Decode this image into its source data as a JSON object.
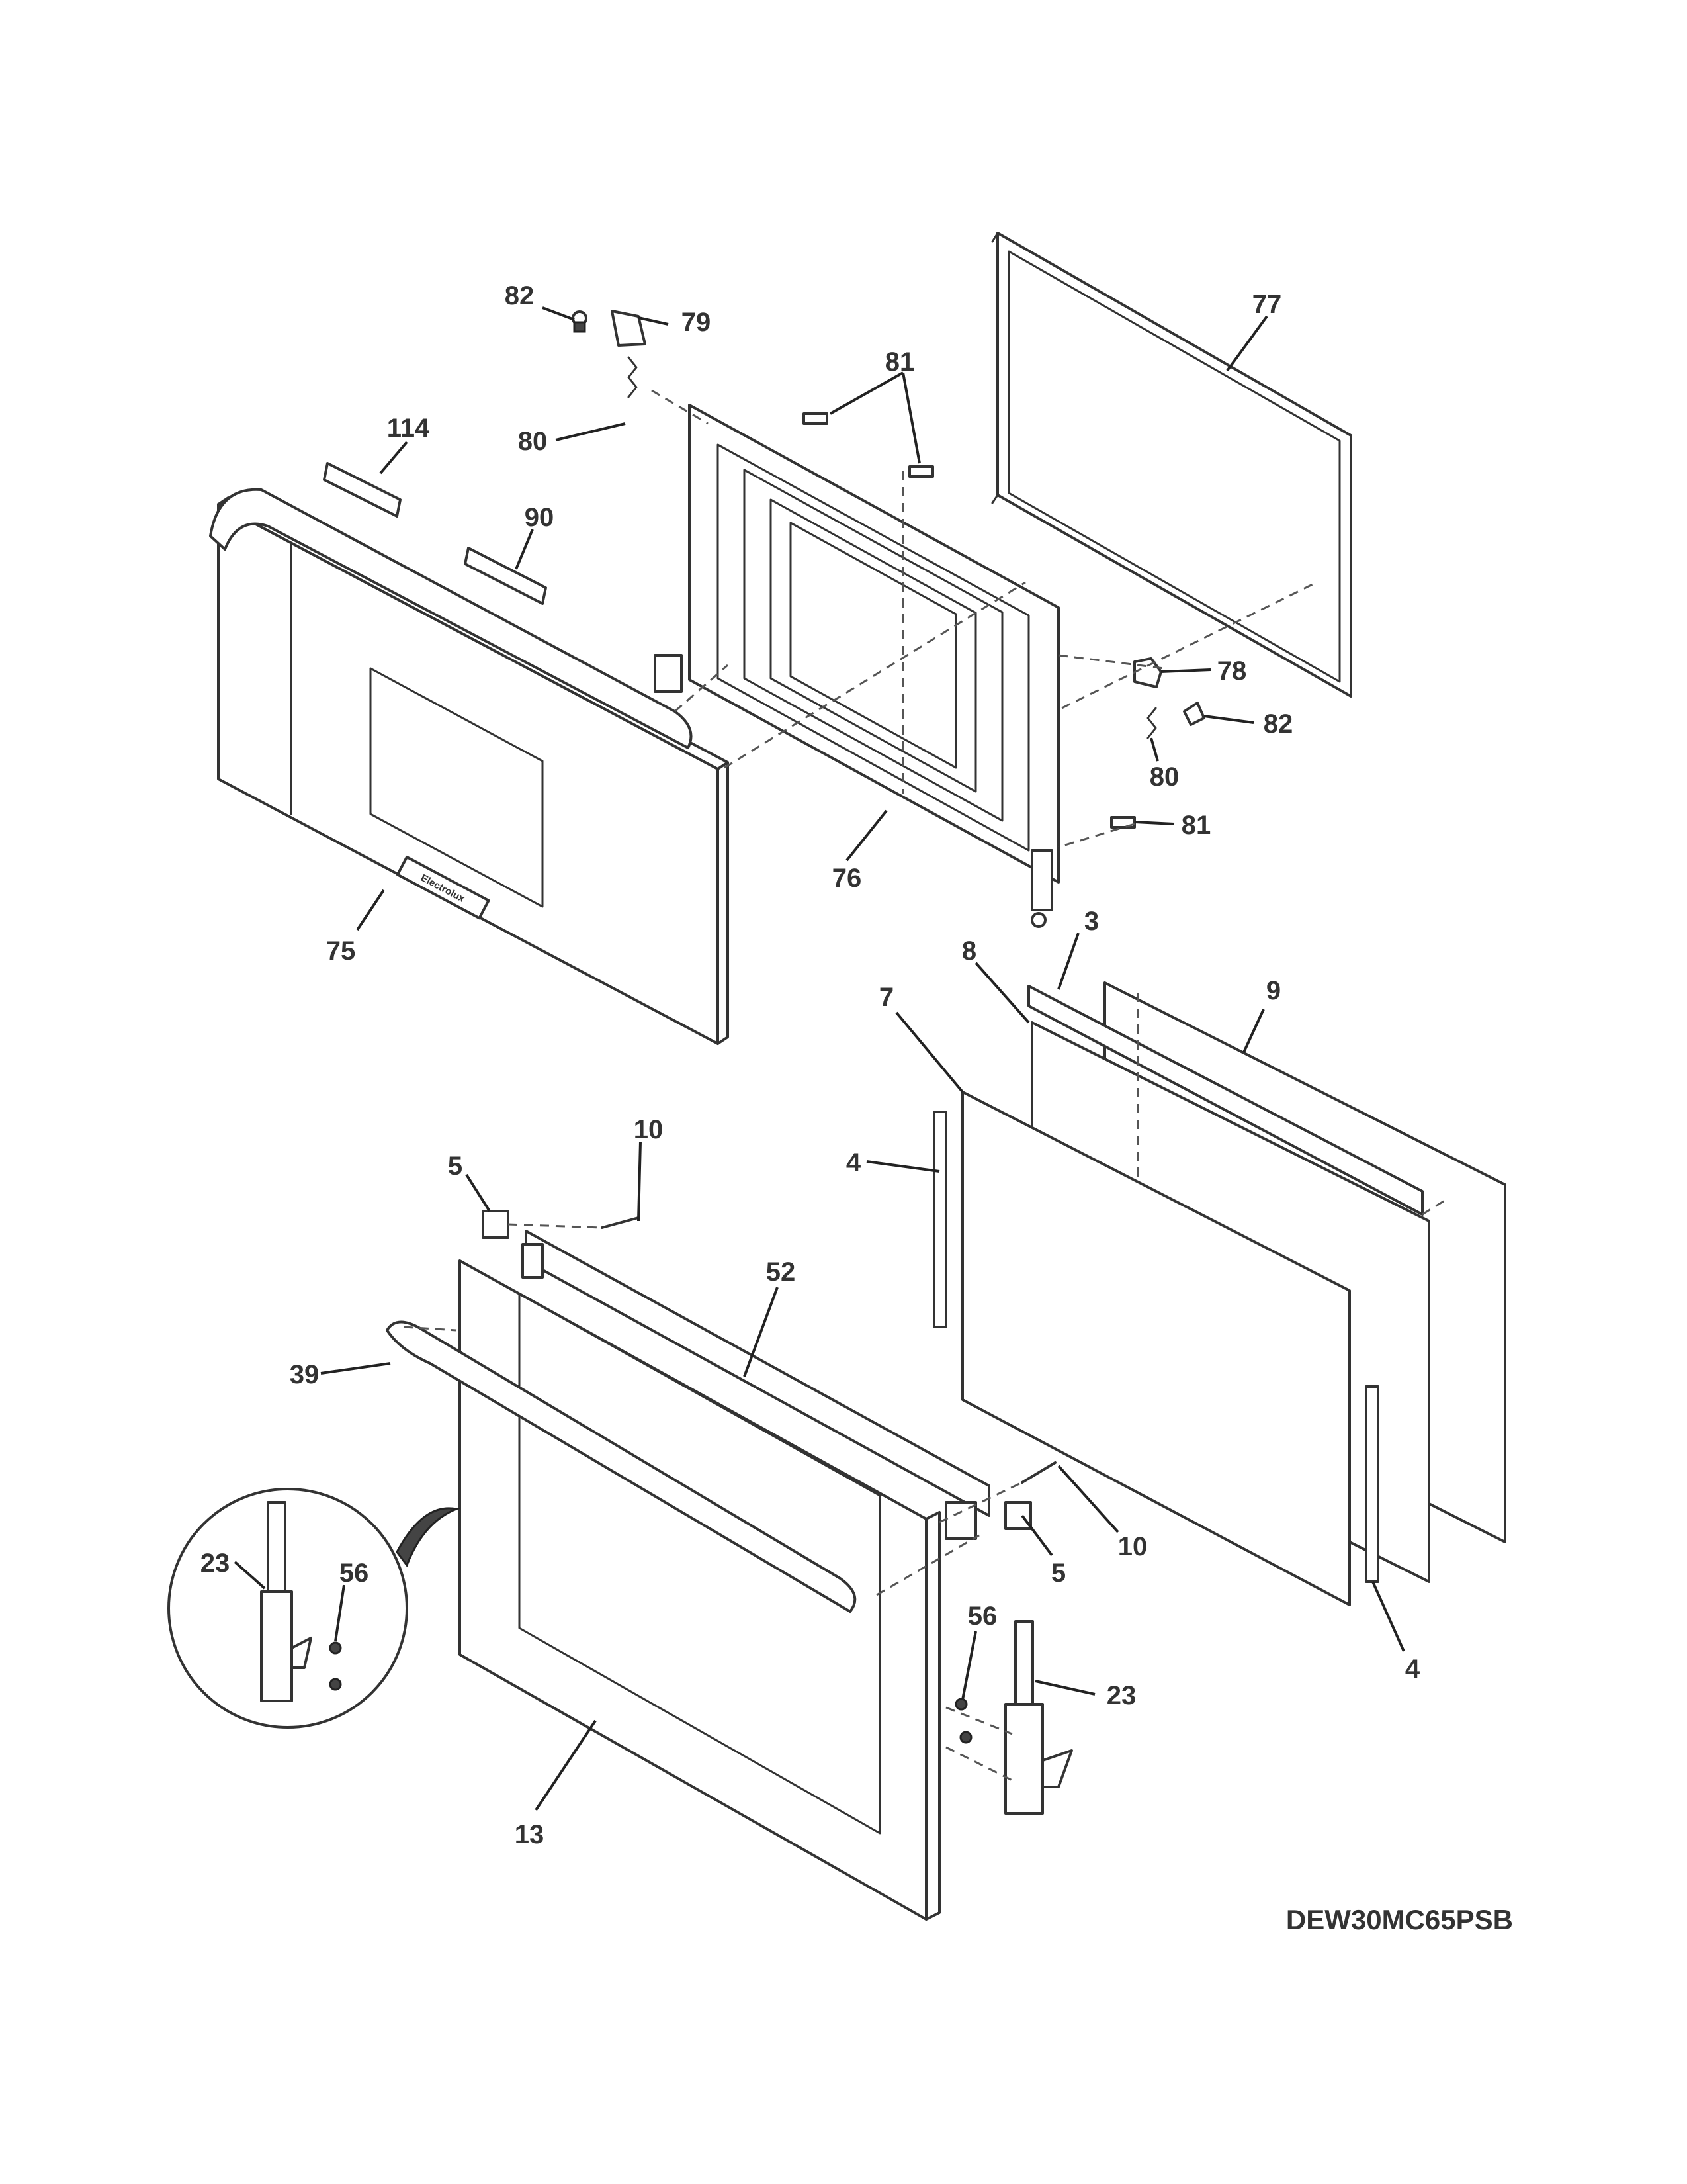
{
  "model_number": "DEW30MC65PSB",
  "brand_badge": "Electrolux",
  "callouts": {
    "c82a": "82",
    "c79": "79",
    "c81a": "81",
    "c77": "77",
    "c114": "114",
    "c80a": "80",
    "c90": "90",
    "c78": "78",
    "c82b": "82",
    "c80b": "80",
    "c81b": "81",
    "c76": "76",
    "c75": "75",
    "c3": "3",
    "c8": "8",
    "c9": "9",
    "c7": "7",
    "c10a": "10",
    "c5a": "5",
    "c4a": "4",
    "c52": "52",
    "c39": "39",
    "c10b": "10",
    "c5b": "5",
    "c23a": "23",
    "c56a": "56",
    "c56b": "56",
    "c23b": "23",
    "c4b": "4",
    "c13": "13"
  }
}
